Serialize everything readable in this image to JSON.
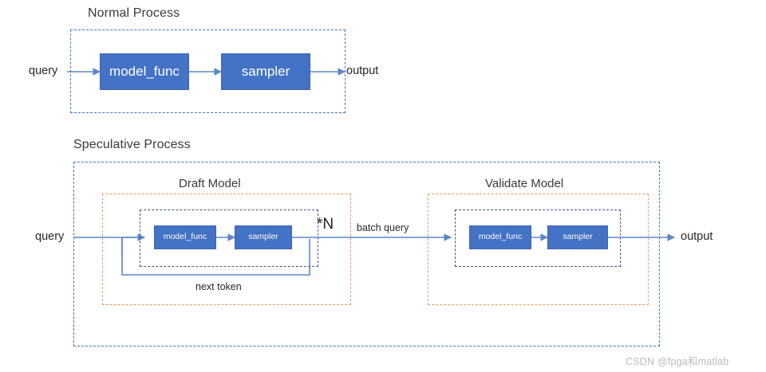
{
  "diagram": {
    "title_normal": "Normal Process",
    "title_speculative": "Speculative Process",
    "colors": {
      "block_fill": "#4472C4",
      "outer_border": "#4472C4",
      "group_border": "#ED9B55",
      "inner_border": "#48538C",
      "wire": "#5B86C8",
      "text": "#262626"
    }
  },
  "normal_process": {
    "title": "Normal Process",
    "input_label": "query",
    "output_label": "output",
    "blocks": [
      {
        "label": "model_func"
      },
      {
        "label": "sampler"
      }
    ]
  },
  "speculative_process": {
    "title": "Speculative Process",
    "input_label": "query",
    "output_label": "output",
    "middle_label": "batch query",
    "groups": [
      {
        "title": "Draft Model",
        "blocks": [
          {
            "label": "model_func"
          },
          {
            "label": "sampler"
          }
        ],
        "loop_label": "next token",
        "repeat_label": "*N"
      },
      {
        "title": "Validate Model",
        "blocks": [
          {
            "label": "model_func"
          },
          {
            "label": "sampler"
          }
        ]
      }
    ]
  },
  "watermark": {
    "text": "CSDN @fpga和matlab"
  }
}
